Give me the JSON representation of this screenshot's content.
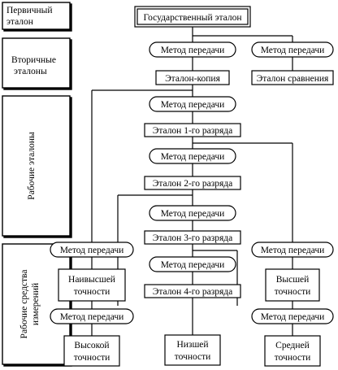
{
  "side_labels": {
    "primary": [
      "Первичный",
      "эталон"
    ],
    "secondary": [
      "Вторичные",
      "эталоны"
    ],
    "working": "Рабочие эталоны",
    "instruments": [
      "Рабочие средства",
      "измерений"
    ]
  },
  "nodes": {
    "state_standard": "Государственный эталон",
    "transfer_method": "Метод передачи",
    "copy_standard": "Эталон-копия",
    "comparison_standard": "Эталон сравнения",
    "rank1": "Эталон 1-го разряда",
    "rank2": "Эталон 2-го разряда",
    "rank3": "Эталон 3-го разряда",
    "rank4": "Эталон 4-го разряда",
    "highest_accuracy": [
      "Наивысшей",
      "точности"
    ],
    "high_accuracy": [
      "Высшей",
      "точности"
    ],
    "elevated_accuracy": [
      "Высокой",
      "точности"
    ],
    "lowest_accuracy": [
      "Низшей",
      "точности"
    ],
    "medium_accuracy": [
      "Средней",
      "точности"
    ]
  }
}
